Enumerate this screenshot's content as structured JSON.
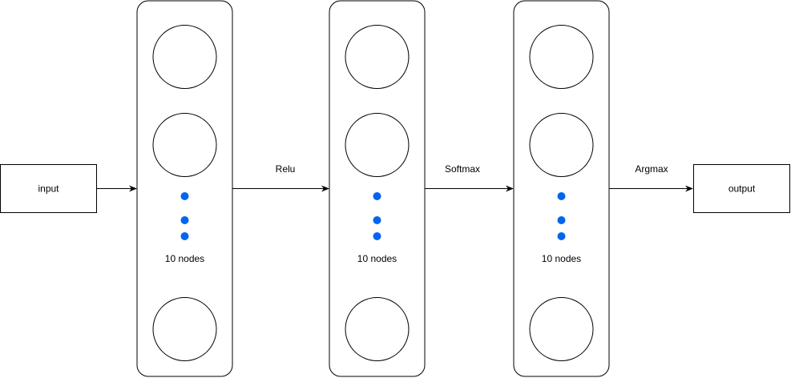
{
  "input_label": "input",
  "output_label": "output",
  "layers": [
    {
      "caption": "10 nodes"
    },
    {
      "caption": "10 nodes"
    },
    {
      "caption": "10 nodes"
    }
  ],
  "edges": [
    {
      "label": ""
    },
    {
      "label": "Relu"
    },
    {
      "label": "Softmax"
    },
    {
      "label": "Argmax"
    }
  ],
  "colors": {
    "stroke": "#000000",
    "dot": "#0066ee",
    "background": "#ffffff"
  }
}
